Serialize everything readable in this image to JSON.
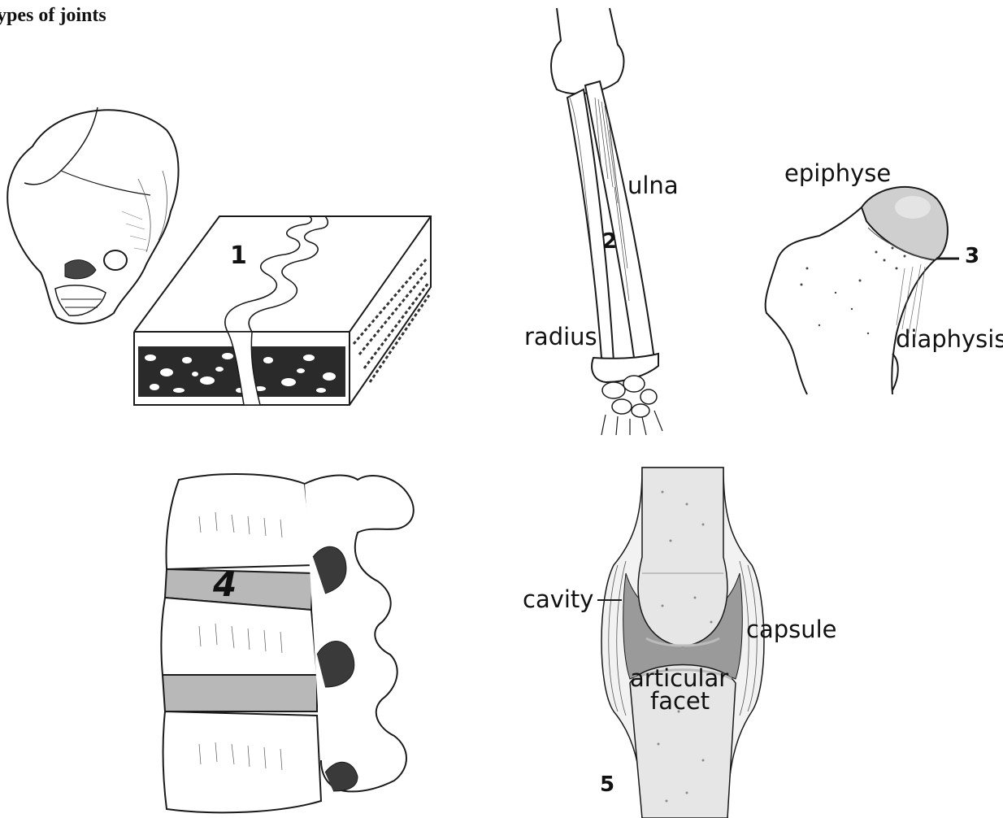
{
  "title": "ypes of joints",
  "labels": {
    "num1": "1",
    "num2": "2",
    "num3": "3",
    "num4": "4",
    "num5": "5",
    "ulna": "ulna",
    "radius": "radius",
    "epiphyse": "epiphyse",
    "diaphysis": "diaphysis",
    "cavity": "cavity",
    "capsule": "capsule",
    "articular": "articular",
    "facet": "facet"
  },
  "colors": {
    "ink": "#1a1a1a",
    "bone": "#ffffff",
    "disc_gray": "#b8b8b8",
    "cavity_gray": "#9a9a9a"
  }
}
